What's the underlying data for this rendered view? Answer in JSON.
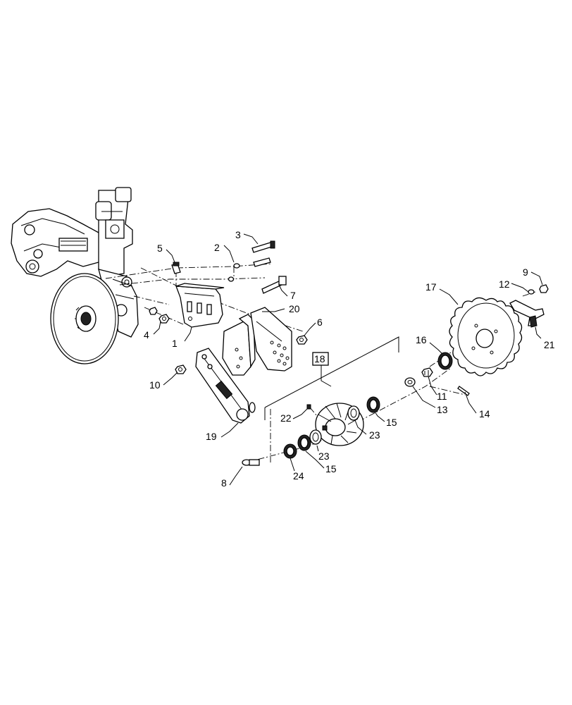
{
  "diagram": {
    "callouts": [
      "1",
      "2",
      "3",
      "4",
      "5",
      "6",
      "7",
      "8",
      "9",
      "10",
      "11",
      "12",
      "13",
      "14",
      "15",
      "15",
      "16",
      "17",
      "18",
      "19",
      "20",
      "21",
      "22",
      "23",
      "23",
      "24"
    ]
  }
}
